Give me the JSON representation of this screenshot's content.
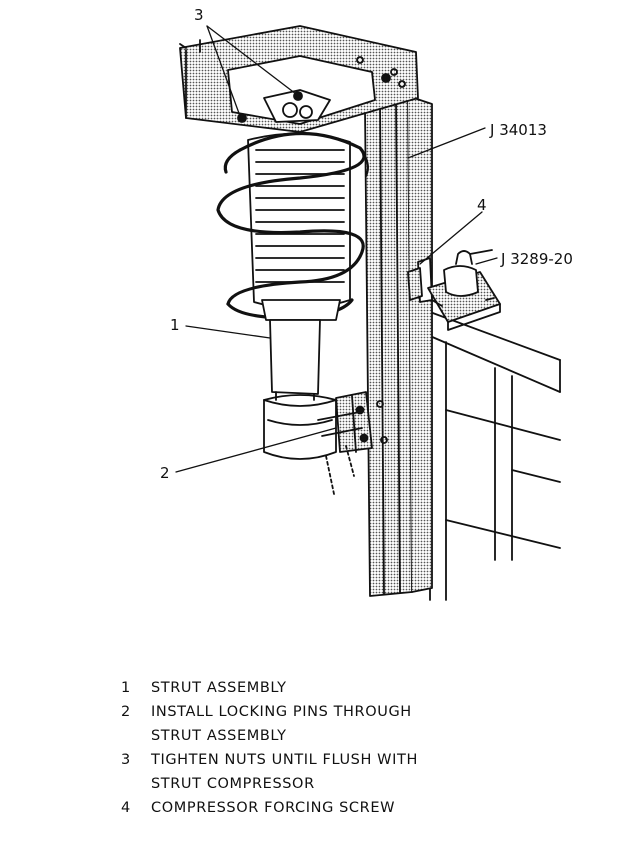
{
  "callouts": [
    {
      "id": "1",
      "text": "1"
    },
    {
      "id": "2",
      "text": "2"
    },
    {
      "id": "3",
      "text": "3"
    },
    {
      "id": "4",
      "text": "4"
    },
    {
      "id": "j34013",
      "text": "J 34013"
    },
    {
      "id": "j3289",
      "text": "J 3289-20"
    }
  ],
  "legend": [
    {
      "num": "1",
      "lines": [
        "STRUT ASSEMBLY"
      ]
    },
    {
      "num": "2",
      "lines": [
        "INSTALL LOCKING PINS THROUGH",
        "STRUT ASSEMBLY"
      ]
    },
    {
      "num": "3",
      "lines": [
        "TIGHTEN NUTS UNTIL FLUSH WITH",
        "STRUT COMPRESSOR"
      ]
    },
    {
      "num": "4",
      "lines": [
        "COMPRESSOR FORCING SCREW"
      ]
    }
  ],
  "colors": {
    "ink": "#111111",
    "shade": "#9a9a9a",
    "paper": "#ffffff"
  }
}
